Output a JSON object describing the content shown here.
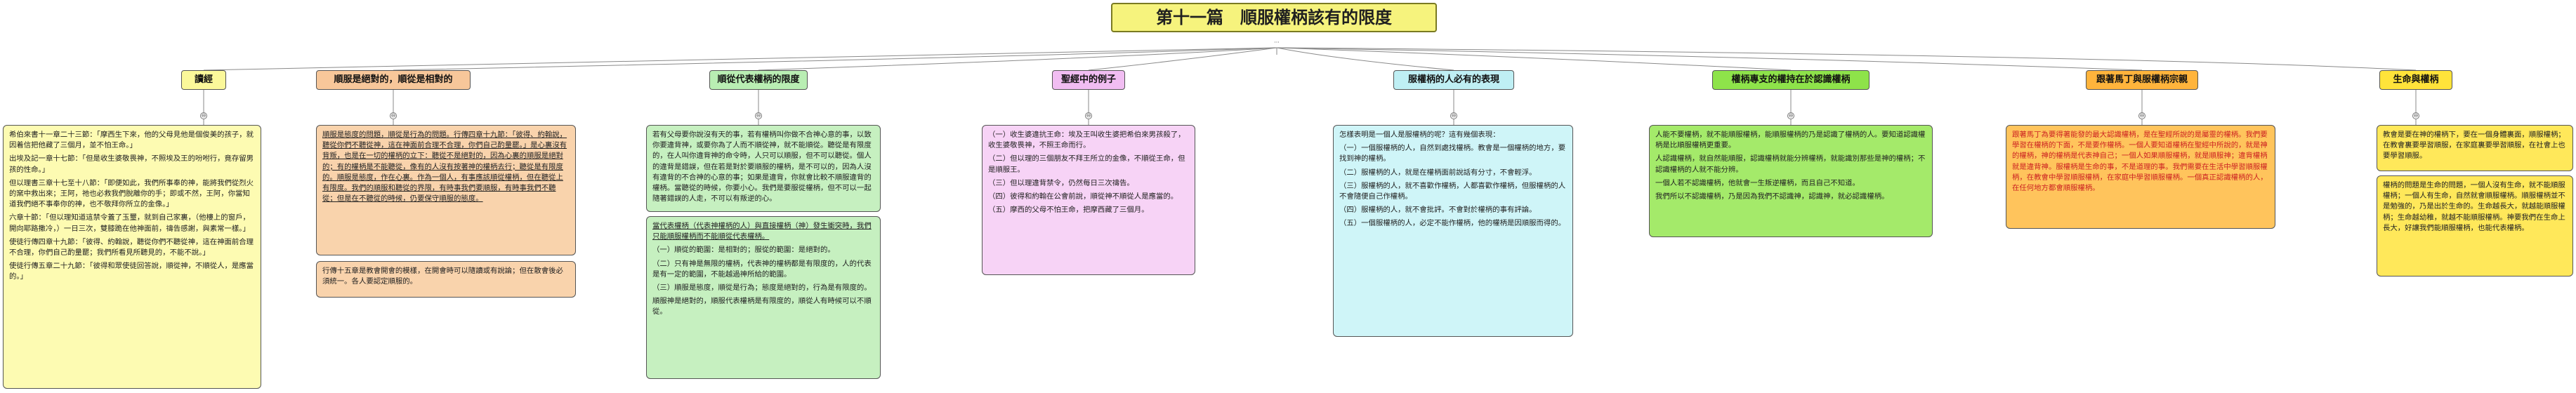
{
  "title": "第十一篇　順服權柄該有的限度",
  "hub_symbol": "···",
  "branches": [
    {
      "label": "讀經"
    },
    {
      "label": "順服是絕對的，順從是相對的"
    },
    {
      "label": "順從代表權柄的限度"
    },
    {
      "label": "聖經中的例子"
    },
    {
      "label": "服權柄的人必有的表現"
    },
    {
      "label": "權柄專支的權持在於認識權柄"
    },
    {
      "label": "跟著馬丁與服權柄宗親"
    },
    {
      "label": "生命與權柄"
    }
  ],
  "toggle_symbol": "⊖",
  "notes": {
    "n1": [
      "希伯來書十一章二十三節：「摩西生下來，他的父母見他是個俊美的孩子，就因着信把他藏了三個月，並不怕王命。」",
      "出埃及記一章十七節：「但是收生婆敬畏神，不照埃及王的吩咐行，竟存留男孩的性命。」",
      "但以理書三章十七至十八節：「即便如此，我們所事奉的神，能將我們從烈火的窯中救出來；王阿，祂也必救我們脫離你的手；即或不然，王阿，你當知道我們絕不事奉你的神，也不敬拜你所立的金像。」",
      "六章十節：「但以理知道這禁令蓋了玉璽，就到自己家裏，（他樓上的窗戶，開向耶路撒冷，）一日三次，雙膝跪在他神面前，禱告感謝，與素常一樣。」",
      "使徒行傳四章十九節：「彼得、約翰說，聽從你們不聽從神，這在神面前合理不合理，你們自己酌量罷；我們所看見所聽見的，不能不說。」",
      "使徒行傳五章二十九節：「彼得和眾使徒回答說，順從神，不順從人，是應當的。」"
    ],
    "n2a": "順服是態度的問題，順從是行為的問題。行傳四章十九節：「彼得、約翰說，聽從你們不聽從神，這在神面前合理不合理，你們自己酌量罷。」是心裏沒有背叛，也是在一切的權柄的立下：聽從不是絕對的，因為心裏的順服是絕對的；有的權柄是不能聽從，像有的人沒有按著神的權柄去行；聽從是有限度的。順服是態度，作在心裏。作為一個人，有事應該順從權柄，但在聽從上有限度。我們的順服和聽從的界限，有時事我們要順服，有時事我們不聽從；但是在不聽從的時候，仍要保守順服的態度。",
    "n2b": "行傳十五章是教會開會的模樣，在開會時可以隨讀或有說論；但在散會後必須統一。各人要認定順服的。",
    "n3a": "若有父母要你說沒有天的事，若有權柄叫你做不合神心意的事，以致你要違背神，或要你為了人而不順從神，就不能順從。聽從是有限度的，在人叫你違背神的命令時，人只可以順服，但不可以聽從。個人的違背是錯誤，但在若是對於要順服的權柄，是不可以的，因為人沒有違背的不合神的心意的事；如果是違背，你就會比較不順服違背的權柄。當聽從的時候，你要小心。我們是要服從權柄，但不可以一起隨著錯誤的人走，不可以有叛逆的心。",
    "n3b": [
      "當代表權柄（代表神權柄的人）與直接權柄（神）發生衝突時，我們只能順服權柄而不能順從代表權柄。",
      "（一）順從的範圍：是相對的；服從的範圍：是絕對的。",
      "（二）只有神是無限的權柄，代表神的權柄都是有限度的，人的代表是有一定的範圍，不能越過神所給的範圍。",
      "（三）順服是態度，順從是行為；態度是絕對的，行為是有限度的。",
      "順服神是絕對的，順服代表權柄是有限度的，順從人有時候可以不順從。"
    ],
    "n4": [
      "（一）收生婆違抗王命：埃及王叫收生婆把希伯來男孩殺了，收生婆敬畏神，不照王命而行。",
      "（二）但以理的三個朋友不拜王所立的金像，不順從王命，但是順服王。",
      "（三）但以理違背禁令，仍然每日三次禱告。",
      "（四）彼得和約翰在公會前說，順從神不順從人是應當的。",
      "（五）摩西的父母不怕王命，把摩西藏了三個月。"
    ],
    "n5": [
      "怎樣表明是一個人是服權柄的呢？這有幾個表現：",
      "（一）一個服權柄的人，自然到處找權柄。教會是一個權柄的地方，要找到神的權柄。",
      "（二）服權柄的人，就是在權柄面前說話有分寸，不會輕浮。",
      "（三）服權柄的人，就不喜歡作權柄，人都喜歡作權柄，但服權柄的人不會隨便自己作權柄。",
      "（四）服權柄的人，就不會批評。不會對於權柄的事有評論。",
      "（五）一個服權柄的人，必定不能作權柄，他的權柄是因順服而得的。"
    ],
    "n6": [
      "人能不要權柄，就不能順服權柄，能順服權柄的乃是認識了權柄的人。要知道認識權柄是比順服權柄更重要。",
      "人認識權柄，就自然能順服，認識權柄就能分辨權柄，就能識別那些是神的權柄；不認識權柄的人就不能分辨。",
      "一個人若不認識權柄，他就會一生叛逆權柄，而且自己不知道。",
      "我們所以不認識權柄，乃是因為我們不認識神，認識神，就必認識權柄。"
    ],
    "n7": "跟著馬丁為要得著能發的最大認識權柄，是在聖經所說的是屬靈的權柄。我們要學習在權柄的下面，不是要作權柄。一個人要知道權柄在聖經中所說的，就是神的權柄，神的權柄是代表神自己；一個人如果順服權柄，就是順服神；違背權柄就是違背神。服權柄是生命的事，不是道理的事。我們需要在生活中學習順服權柄，在教會中學習順服權柄，在家庭中學習順服權柄。一個真正認識權柄的人，在任何地方都會順服權柄。",
    "n8a": "教會是要在神的權柄下，要在一個身體裏面，順服權柄；在教會裏要學習順服，在家庭裏要學習順服，在社會上也要學習順服。",
    "n8b": "權柄的問題是生命的問題，一個人沒有生命，就不能順服權柄；一個人有生命，自然就會順服權柄。順服權柄並不是勉強的，乃是出於生命的。生命越長大，就越能順服權柄；生命越幼稚，就越不能順服權柄。神要我們在生命上長大，好讓我們能順服權柄，也能代表權柄。"
  }
}
